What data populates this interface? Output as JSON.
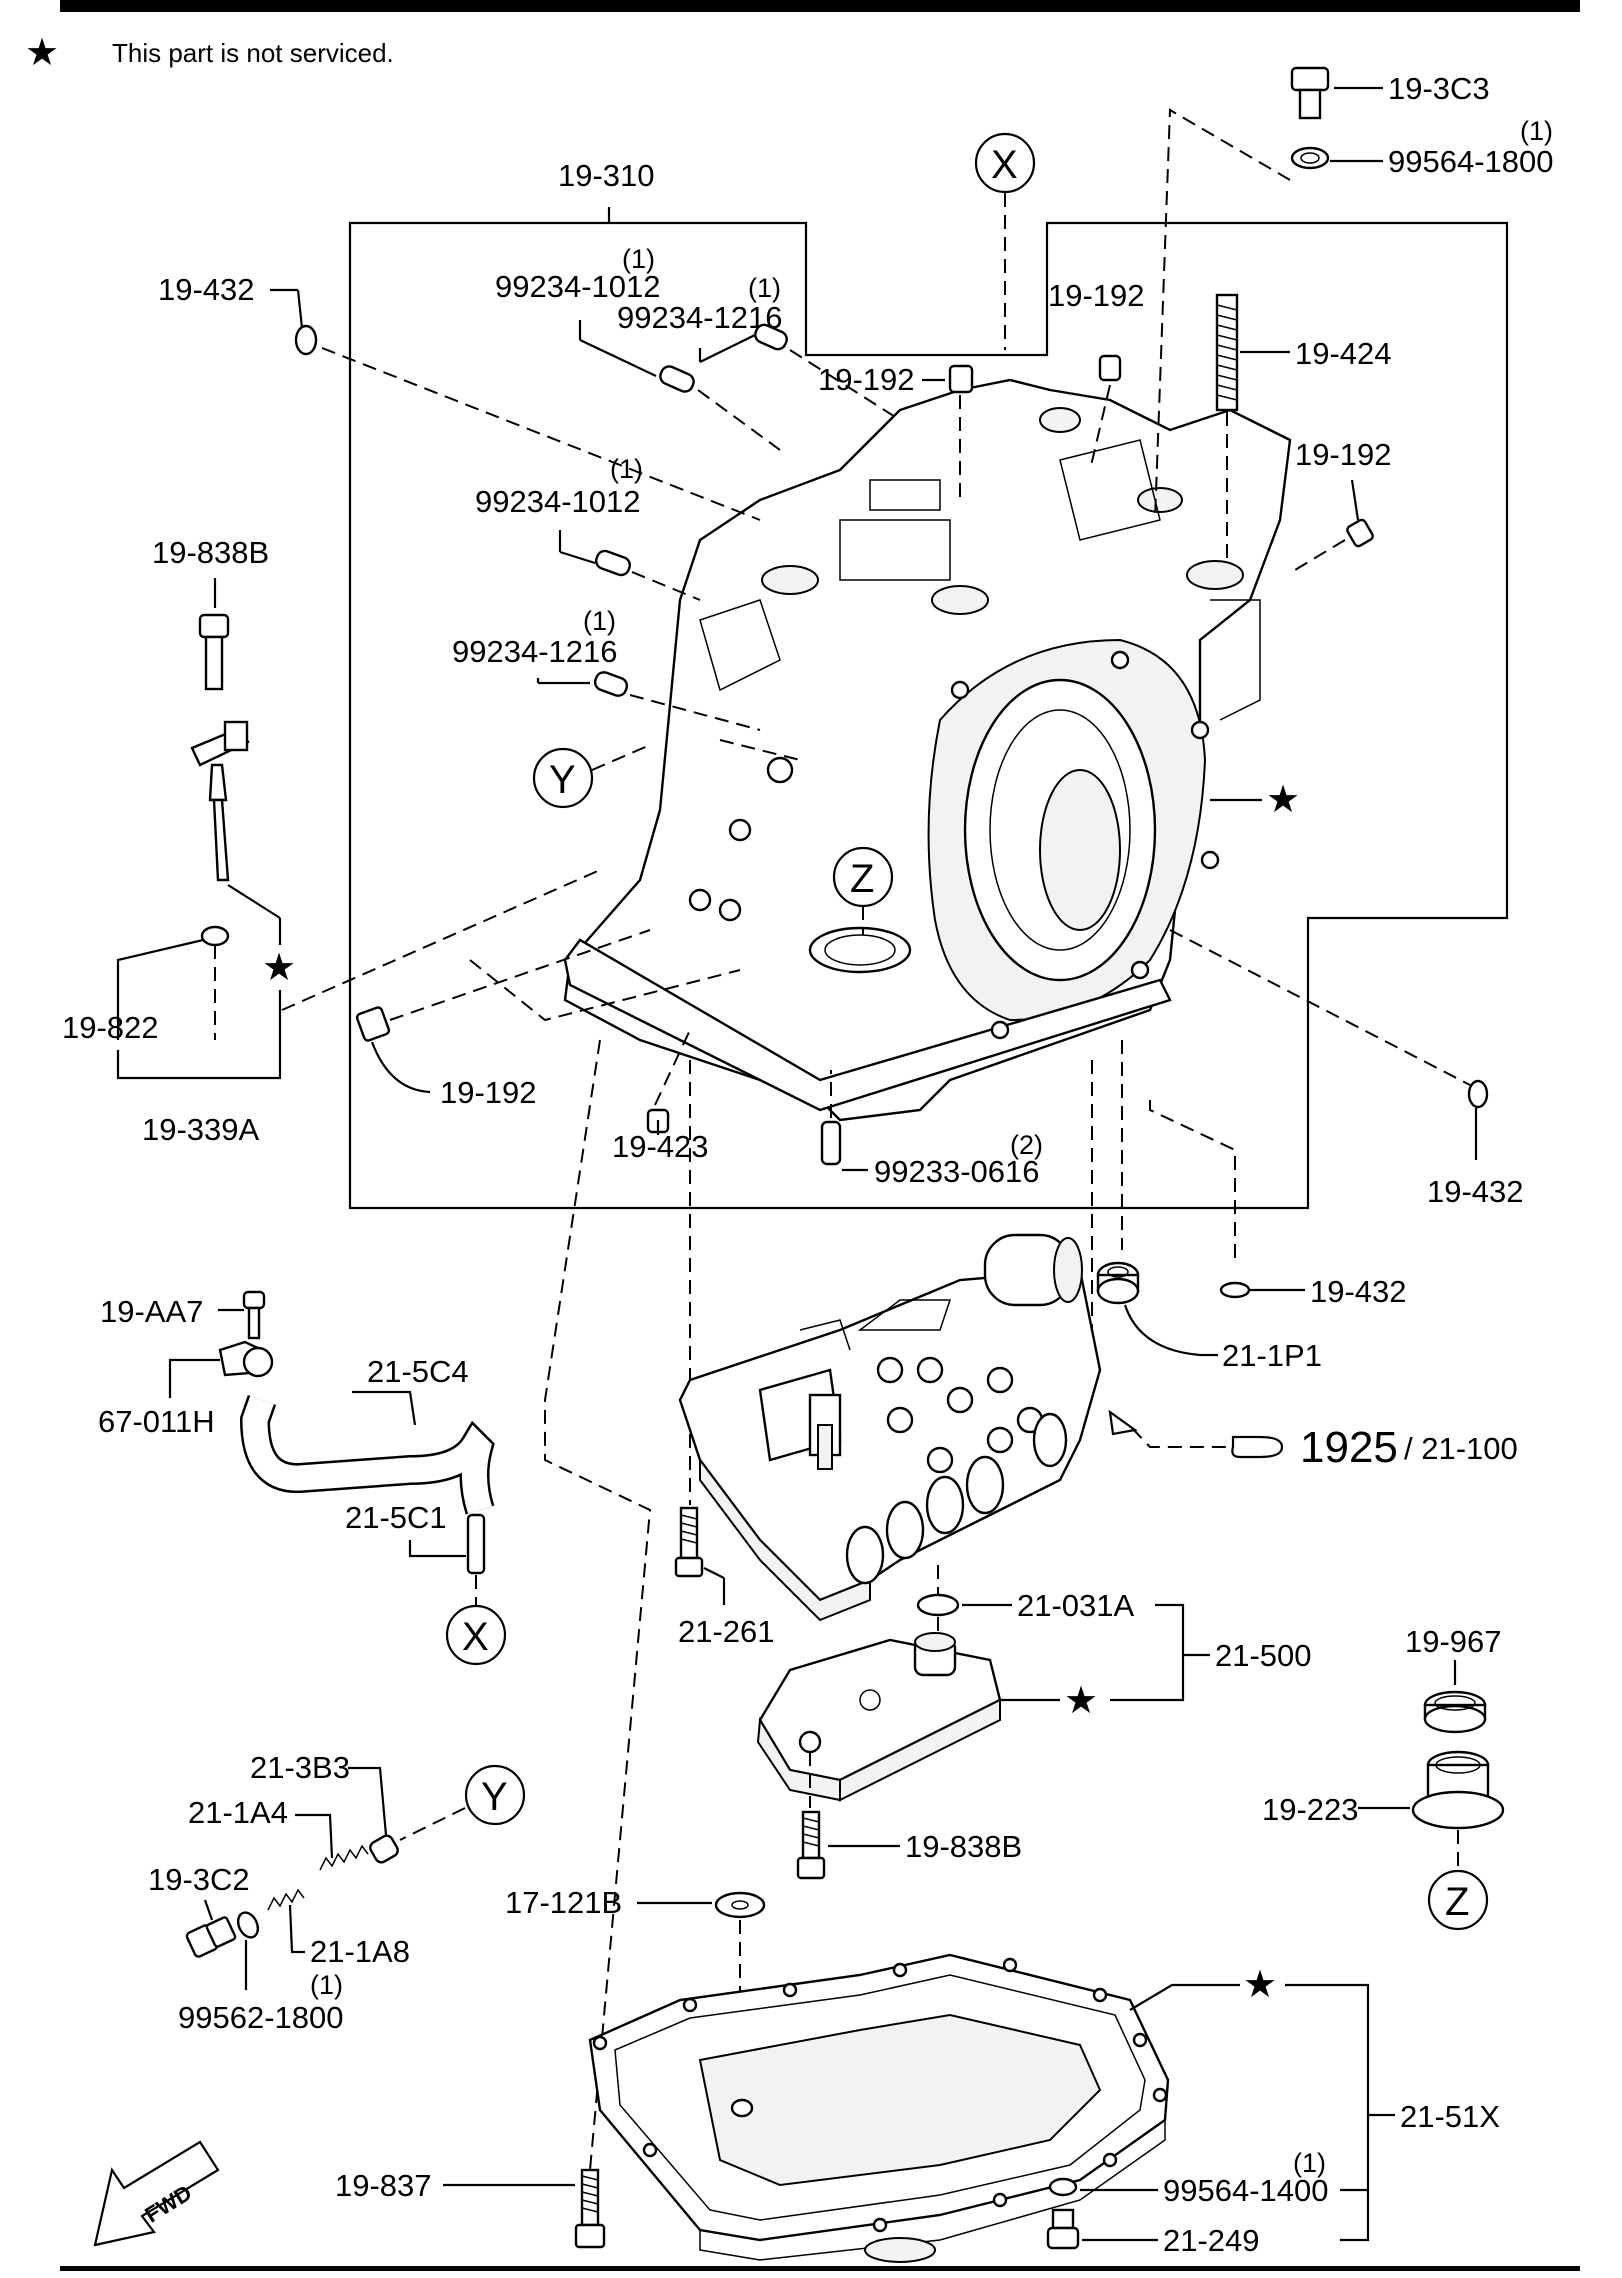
{
  "note": {
    "star": "★",
    "text": "This part is not serviced."
  },
  "labels": {
    "p19_3C3": "19-3C3",
    "p99564_1800": "99564-1800",
    "q99564_1800": "(1)",
    "p19_310": "19-310",
    "p19_432_a": "19-432",
    "p99234_1012_a": "99234-1012",
    "q99234_1012_a": "(1)",
    "p99234_1216_a": "99234-1216",
    "q99234_1216_a": "(1)",
    "p19_192_a": "19-192",
    "p19_192_b": "19-192",
    "p19_424": "19-424",
    "p19_192_c": "19-192",
    "p99234_1012_b": "99234-1012",
    "q99234_1012_b": "(1)",
    "p99234_1216_b": "99234-1216",
    "q99234_1216_b": "(1)",
    "p19_838B_a": "19-838B",
    "p19_822": "19-822",
    "p19_339A": "19-339A",
    "p19_192_d": "19-192",
    "p19_423": "19-423",
    "p99233_0616": "99233-0616",
    "q99233_0616": "(2)",
    "p19_432_b": "19-432",
    "p19_432_c": "19-432",
    "p21_1P1": "21-1P1",
    "p19_AA7": "19-AA7",
    "p67_011H": "67-011H",
    "p21_5C4": "21-5C4",
    "p21_5C1": "21-5C1",
    "ref_1925": "1925",
    "ref_sub": "/ 21-100",
    "p21_261": "21-261",
    "p21_031A": "21-031A",
    "p21_500": "21-500",
    "p19_967": "19-967",
    "p19_223": "19-223",
    "p21_3B3": "21-3B3",
    "p21_1A4": "21-1A4",
    "p19_3C2": "19-3C2",
    "p21_1A8": "21-1A8",
    "p99562_1800": "99562-1800",
    "q99562_1800": "(1)",
    "p19_838B_b": "19-838B",
    "p17_121B": "17-121B",
    "p21_51X": "21-51X",
    "p19_837": "19-837",
    "p99564_1400": "99564-1400",
    "q99564_1400": "(1)",
    "p21_249": "21-249",
    "fwd": "FWD"
  },
  "callouts": {
    "x": "X",
    "y": "Y",
    "z": "Z"
  },
  "star": "★"
}
